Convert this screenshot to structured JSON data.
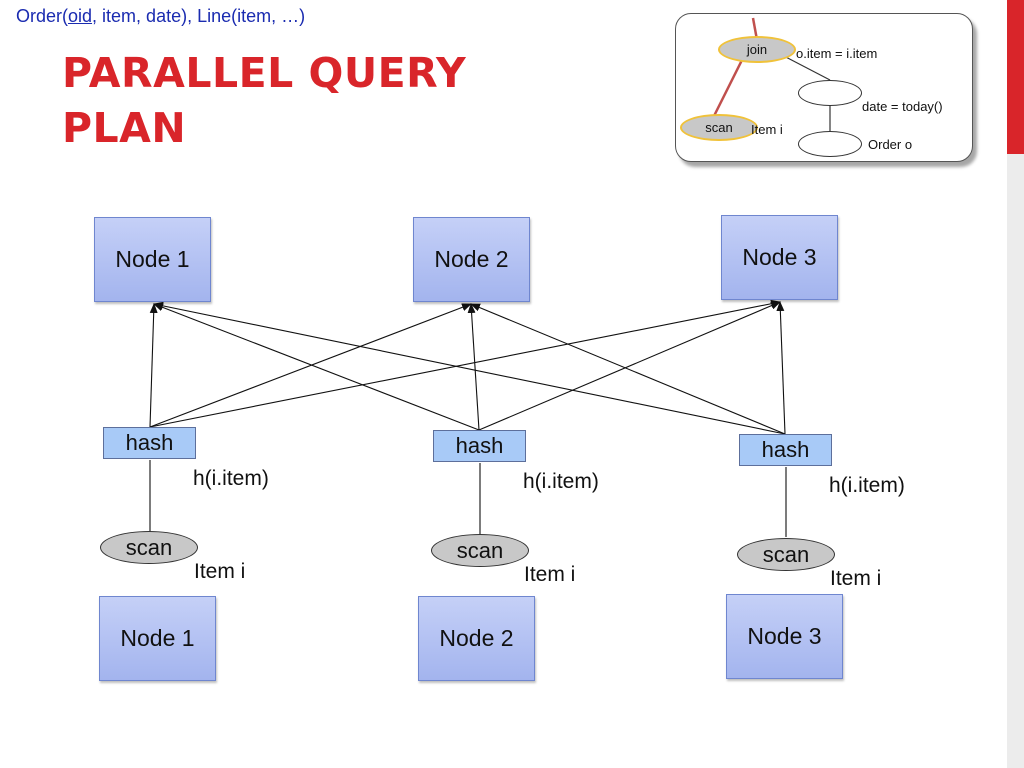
{
  "header": {
    "schema_prefix": "Order(",
    "schema_key": "oid",
    "schema_rest": ", item, date), Line(item, …)",
    "title": "PARALLEL QUERY PLAN"
  },
  "inset": {
    "join_label": "join",
    "join_condition": "o.item = i.item",
    "filter_condition": "date = today()",
    "scan_label": "scan",
    "scan_table": "Item i",
    "order_table": "Order o"
  },
  "top_nodes": [
    "Node 1",
    "Node 2",
    "Node 3"
  ],
  "hash_ops": [
    {
      "label": "hash",
      "func": "h(i.item)"
    },
    {
      "label": "hash",
      "func": "h(i.item)"
    },
    {
      "label": "hash",
      "func": "h(i.item)"
    }
  ],
  "scan_ops": [
    {
      "label": "scan",
      "table": "Item i"
    },
    {
      "label": "scan",
      "table": "Item i"
    },
    {
      "label": "scan",
      "table": "Item i"
    }
  ],
  "bottom_nodes": [
    "Node 1",
    "Node 2",
    "Node 3"
  ],
  "colors": {
    "title": "#d9252a",
    "schema_text": "#1a2bb0",
    "node_fill": "#b3c2f2",
    "hash_fill": "#a8caf7",
    "scan_fill": "#c8c8c8",
    "highlight_ring": "#f0c23a",
    "inset_edge": "#c0504d"
  }
}
